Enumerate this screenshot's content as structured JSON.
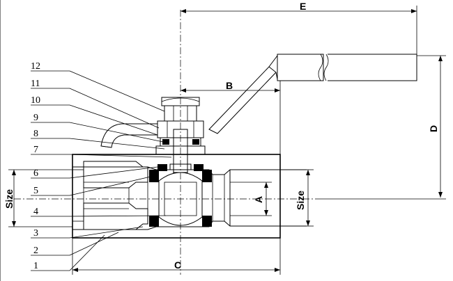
{
  "diagram": {
    "part_numbers": [
      "1",
      "2",
      "3",
      "4",
      "5",
      "6",
      "7",
      "8",
      "9",
      "10",
      "11",
      "12"
    ],
    "dimensions": {
      "E": "E",
      "B": "B",
      "D": "D",
      "C": "C",
      "A": "A",
      "size_left": "Size",
      "size_right": "Size"
    }
  }
}
